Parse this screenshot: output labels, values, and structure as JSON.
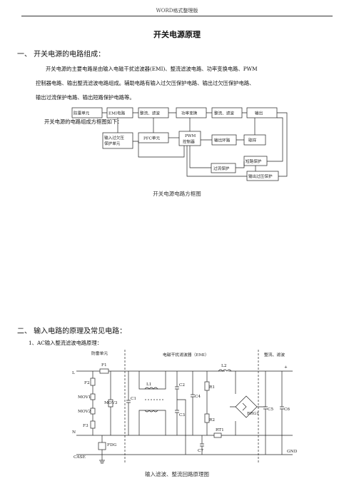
{
  "header": {
    "text": "WORD格式整理版"
  },
  "title": "开关电源原理",
  "section1": {
    "heading": "一、  开关电源的电路组成：",
    "para_line1": "开关电源的主要电路是由输入电磁干扰滤波器(EMI)、整流滤波电路、功率变换电路、PWM",
    "para_line2": "控制器电路、输出整流滤波电路组成。辅助电路有输入过欠压保护电路、输出过欠压保护电路、",
    "para_line3": "输出过流保护电路、输出短路保护电路等。",
    "para_line4": "开关电源的电路组成方框图如下：",
    "diagram_caption": "开关电源电路方框图",
    "blocks": {
      "lightning": "防雷单元",
      "emi": "EMI电路",
      "rectify_in": "整流、滤波",
      "power": "功率变换",
      "rectify_out": "整流、滤波",
      "output": "输出",
      "protect_in_1": "输入过欠压",
      "protect_in_2": "保护单元",
      "pfc": "PFC单元",
      "pwm_1": "PWM",
      "pwm_2": "控制器",
      "feedback": "输出环路",
      "sample": "取样",
      "short": "短路保护",
      "overcurrent": "过流保护",
      "out_protect": "输出过压保护"
    }
  },
  "section2": {
    "heading": "二、  输入电路的原理及常见电路：",
    "sub1": "1、AC输入整流滤波电路原理：",
    "circuit_caption": "输入滤波、整流回路原理图",
    "labels": {
      "lightning_unit": "防雷单元",
      "emi_unit": "电磁干扰滤波器（EMI）",
      "rect_unit": "整流、滤波",
      "L": "L",
      "N": "N",
      "CASE": "CASE",
      "GND": "GND",
      "plus": "+",
      "F1": "F1",
      "F2": "F2",
      "F3": "F3",
      "MOV1": "MOV1",
      "MOV2": "MOV2",
      "MOV3": "MOV3",
      "FDG": "FDG",
      "C1": "C1",
      "L1": "L1",
      "C2": "C2",
      "C3": "C3",
      "C4": "C4",
      "R1": "R1",
      "R2": "R2",
      "L2": "L2",
      "RT1": "RT1",
      "C7": "C7",
      "BRG1": "BRG1",
      "C5": "C5",
      "C6": "C6"
    }
  }
}
